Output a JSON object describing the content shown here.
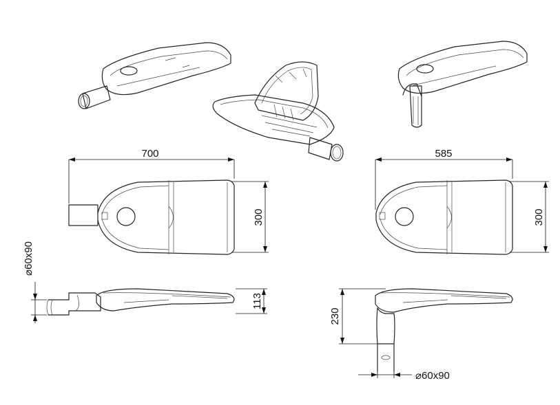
{
  "dimensions": {
    "top_left_width": "700",
    "top_left_height": "300",
    "side_left_height": "113",
    "side_left_pipe": "⌀60x90",
    "top_right_width": "585",
    "top_right_height": "300",
    "side_right_height": "230",
    "side_right_pipe": "⌀60x90"
  },
  "colors": {
    "line": "#222222",
    "background": "#ffffff"
  }
}
